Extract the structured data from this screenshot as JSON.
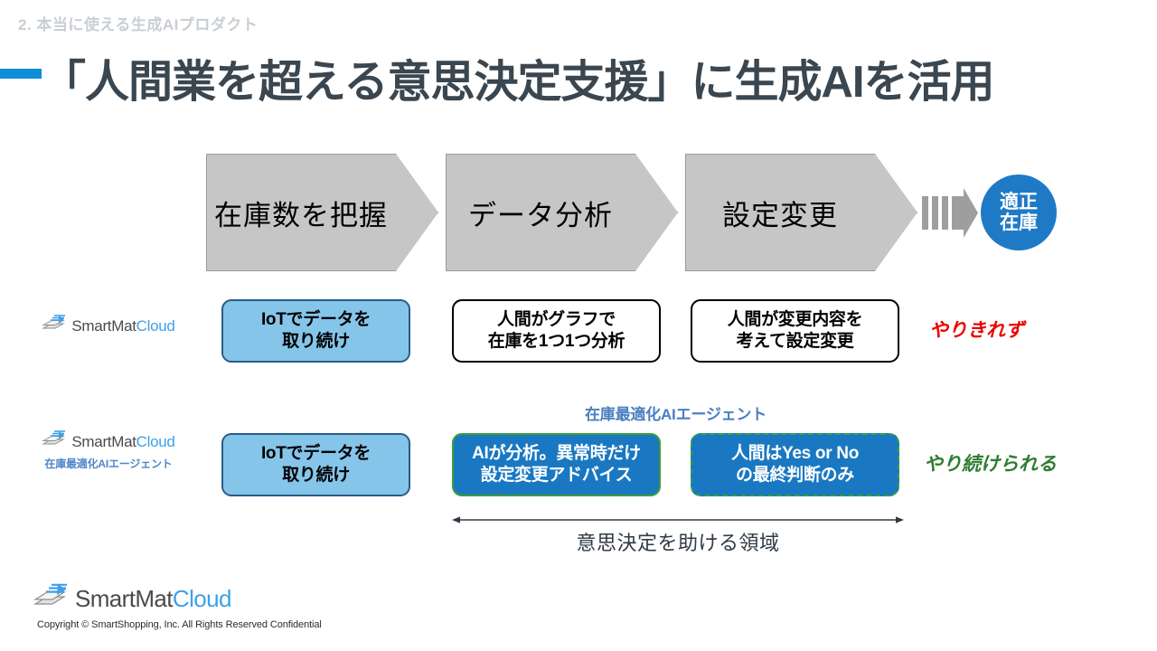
{
  "header": {
    "eyebrow": "2. 本当に使える生成AIプロダクト",
    "title": "「人間業を超える意思決定支援」に生成AIを活用",
    "accent_color": "#0d8ed8",
    "title_color": "#3a4650"
  },
  "process": {
    "steps": [
      {
        "label": "在庫数を把握"
      },
      {
        "label": "データ分析"
      },
      {
        "label": "設定変更"
      }
    ],
    "result": {
      "line1": "適正",
      "line2": "在庫",
      "color": "#1f7ac6"
    },
    "chevron_fill": "#c6c6c6"
  },
  "rows": [
    {
      "logo": {
        "word1": "SmartMat",
        "word2": "Cloud",
        "sub": ""
      },
      "boxes": [
        {
          "line1": "IoTでデータを",
          "line2": "取り続け",
          "style": "iot"
        },
        {
          "line1": "人間がグラフで",
          "line2": "在庫を1つ1つ分析",
          "style": "white"
        },
        {
          "line1": "人間が変更内容を",
          "line2": "考えて設定変更",
          "style": "white"
        }
      ],
      "note": {
        "text": "やりきれず",
        "color": "#ee0000"
      }
    },
    {
      "logo": {
        "word1": "SmartMat",
        "word2": "Cloud",
        "sub": "在庫最適化AIエージェント"
      },
      "boxes": [
        {
          "line1": "IoTでデータを",
          "line2": "取り続け",
          "style": "iot"
        },
        {
          "line1": "AIが分析。異常時だけ",
          "line2": "設定変更アドバイス",
          "style": "ai"
        },
        {
          "line1": "人間はYes or No",
          "line2": "の最終判断のみ",
          "style": "ai-dashed"
        }
      ],
      "note": {
        "text": "やり続けられる",
        "color": "#2e7d32"
      }
    }
  ],
  "agent_label": "在庫最適化AIエージェント",
  "span": {
    "caption": "意思決定を助ける領域"
  },
  "footer": {
    "word1": "SmartMat",
    "word2": "Cloud",
    "copyright": "Copyright © SmartShopping, Inc. All Rights Reserved Confidential"
  }
}
